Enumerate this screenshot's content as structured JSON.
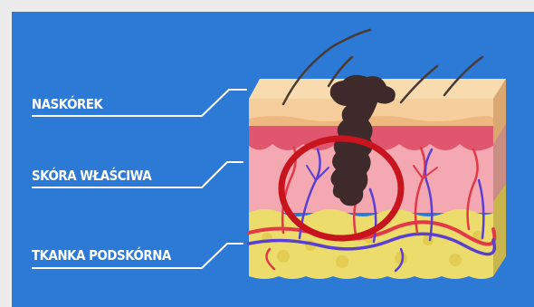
{
  "layers": {
    "epidermis": "NASKÓREK",
    "dermis": "SKÓRA WŁAŚCIWA",
    "hypodermis": "TKANKA PODSKÓRNA"
  },
  "colors": {
    "background": "#2c7ad6",
    "highlight_ring": "#c8141e",
    "lesion": "#3e2a2a",
    "epidermis": "#f6ce9c",
    "dermis": "#f4a8b1",
    "hypodermis": "#ecdc6c"
  }
}
